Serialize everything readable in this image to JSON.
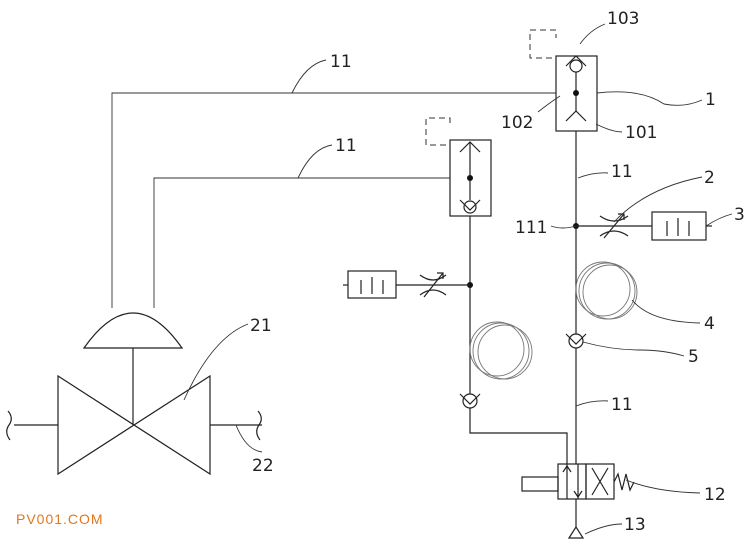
{
  "labels": {
    "l11a": "11",
    "l11b": "11",
    "l11c": "11",
    "l11d": "11",
    "l103": "103",
    "l102": "102",
    "l101": "101",
    "l1": "1",
    "l2": "2",
    "l3": "3",
    "l111": "111",
    "l4": "4",
    "l5": "5",
    "l21": "21",
    "l22": "22",
    "l12": "12",
    "l13": "13"
  },
  "watermark": "PV001.COM"
}
